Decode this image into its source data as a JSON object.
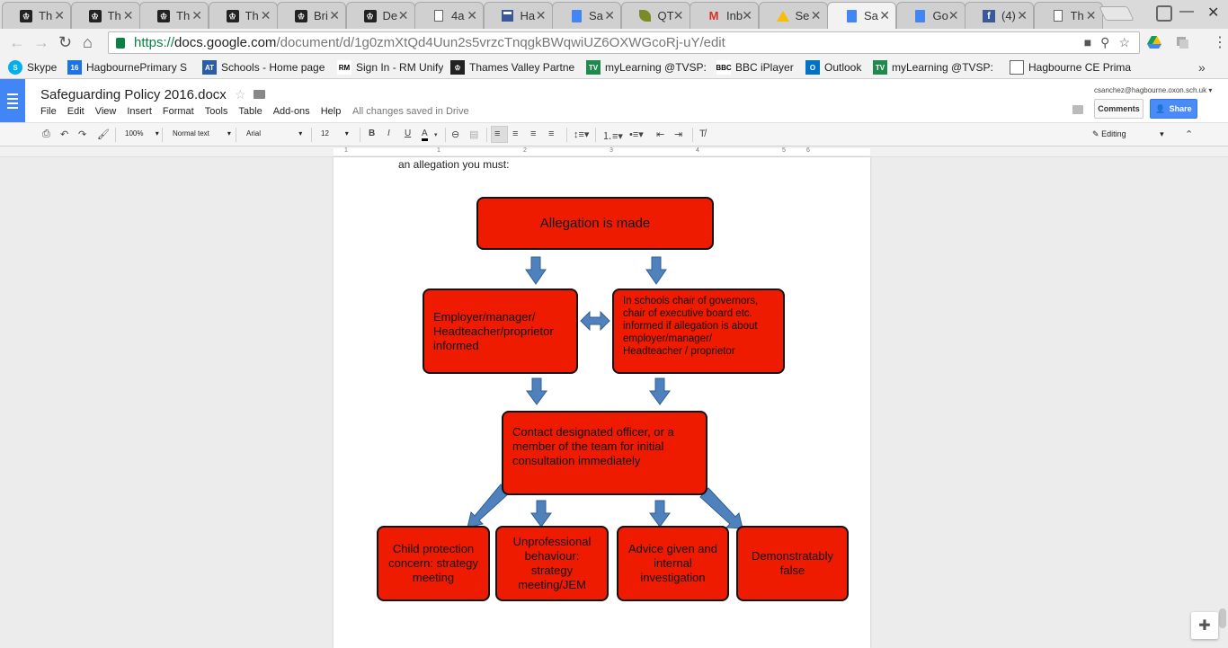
{
  "browser": {
    "tabs": [
      {
        "title": "Th",
        "icon": "crown-icon"
      },
      {
        "title": "Th",
        "icon": "crown-icon"
      },
      {
        "title": "Th",
        "icon": "crown-icon"
      },
      {
        "title": "Th",
        "icon": "crown-icon"
      },
      {
        "title": "Bri",
        "icon": "crown-icon"
      },
      {
        "title": "De",
        "icon": "crown-icon"
      },
      {
        "title": "4a",
        "icon": "page-icon"
      },
      {
        "title": "Ha",
        "icon": "calendar-icon"
      },
      {
        "title": "Sa",
        "icon": "docs-icon"
      },
      {
        "title": "QT",
        "icon": "leaf-icon"
      },
      {
        "title": "Inb",
        "icon": "gmail-icon"
      },
      {
        "title": "Se",
        "icon": "drive-icon"
      },
      {
        "title": "Sa",
        "icon": "docs-icon",
        "active": true
      },
      {
        "title": "Go",
        "icon": "docs-icon"
      },
      {
        "title": "(4)",
        "icon": "facebook-icon"
      },
      {
        "title": "Th",
        "icon": "page-icon"
      }
    ],
    "url": {
      "scheme": "https://",
      "host": "docs.google.com",
      "path": "/document/d/1g0zmXtQd4Uun2s5vrzcTnqgkBWqwiUZ6OXWGcoRj-uY/edit"
    },
    "bookmarks": [
      {
        "label": "Skype",
        "icon": "skype-icon"
      },
      {
        "label": "HagbournePrimary S",
        "icon": "calendar-16-icon"
      },
      {
        "label": "Schools - Home page",
        "icon": "at-icon"
      },
      {
        "label": "Sign In - RM Unify",
        "icon": "rm-icon"
      },
      {
        "label": "Thames Valley Partne",
        "icon": "crown-icon"
      },
      {
        "label": "myLearning @TVSP: ",
        "icon": "tvsp-icon"
      },
      {
        "label": "BBC iPlayer",
        "icon": "bbc-icon"
      },
      {
        "label": "Outlook",
        "icon": "outlook-icon"
      },
      {
        "label": "myLearning @TVSP: ",
        "icon": "tvsp-icon"
      },
      {
        "label": "Hagbourne CE Prima",
        "icon": "page-icon"
      }
    ],
    "more_bookmarks": "»"
  },
  "docs": {
    "title": "Safeguarding Policy  2016.docx",
    "menu": [
      "File",
      "Edit",
      "View",
      "Insert",
      "Format",
      "Tools",
      "Table",
      "Add-ons",
      "Help"
    ],
    "save_status": "All changes saved in Drive",
    "account": "csanchez@hagbourne.oxon.sch.uk",
    "comments_label": "Comments",
    "share_label": "Share",
    "toolbar": {
      "zoom": "100%",
      "style": "Normal text",
      "font": "Arial",
      "size": "12",
      "bold": "B",
      "italic": "I",
      "underline": "U",
      "text_color": "A",
      "mode": "Editing"
    },
    "ruler_numbers": [
      "1",
      "1",
      "2",
      "3",
      "4",
      "5",
      "6"
    ]
  },
  "page": {
    "intro_text": "an allegation you must:",
    "flowchart": {
      "allegation": "Allegation is made",
      "employer": "Employer/manager/ Headteacher/proprietor informed",
      "governors": "In schools chair of governors, chair of executive board etc. informed if allegation is about employer/manager/ Headteacher / proprietor",
      "contact": "Contact designated officer, or a member of the team for initial consultation immediately",
      "child_protection": "Child protection concern: strategy meeting",
      "unprofessional": "Unprofessional behaviour: strategy meeting/JEM",
      "advice": "Advice given and internal investigation",
      "false": "Demonstratably false"
    },
    "colors": {
      "box_fill": "#ee1b00",
      "arrow_fill": "#4f81bd"
    }
  }
}
